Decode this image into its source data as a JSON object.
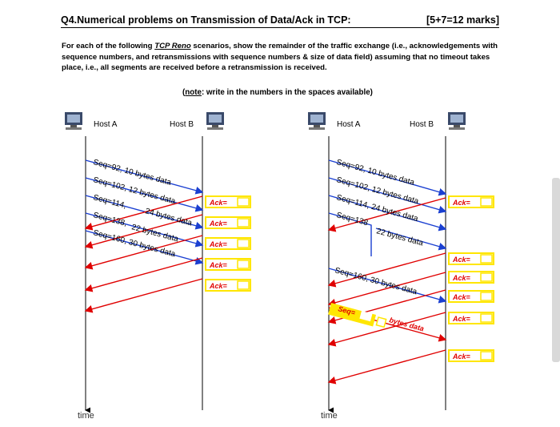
{
  "header": {
    "title": "Q4.Numerical problems on Transmission of Data/Ack in TCP:",
    "marks": "[5+7=12 marks]"
  },
  "intro": {
    "before": "For each of the following ",
    "link": "TCP Reno",
    "after": " scenarios, show the remainder of the traffic exchange (i.e., acknowledgements with sequence numbers, and retransmissions with sequence numbers & size of data field) assuming that no timeout takes place, i.e., all segments are received before a retransmission is received."
  },
  "note": {
    "open": "(",
    "label": "note",
    "rest": ": write in the numbers in the spaces available)"
  },
  "left": {
    "host_a": "Host A",
    "host_b": "Host B",
    "segments": [
      "Seq=92, 10 bytes data",
      "Seq=102, 12 bytes data",
      "Seq=114,",
      "24 bytes data",
      "Seq=138,",
      "22 bytes data",
      "Seq=160, 30 bytes data"
    ],
    "acks": [
      "Ack=",
      "Ack=",
      "Ack=",
      "Ack=",
      "Ack="
    ],
    "time": "time"
  },
  "right": {
    "host_a": "Host A",
    "host_b": "Host B",
    "segments": [
      "Seq=92, 10 bytes data",
      "Seq=102, 12 bytes data",
      "Seq=114, 24 bytes data",
      "Seq=138",
      "22 bytes data",
      "Seq=160, 30 bytes data"
    ],
    "retx_seq": "Seq=",
    "retx_bytes": "bytes data",
    "acks": [
      "Ack=",
      "Ack=",
      "Ack=",
      "Ack=",
      "Ack=",
      "Ack="
    ],
    "time": "time"
  },
  "colors": {
    "arrow": "#e00000",
    "blue": "#1a3fd1",
    "box": "#ffe600"
  }
}
